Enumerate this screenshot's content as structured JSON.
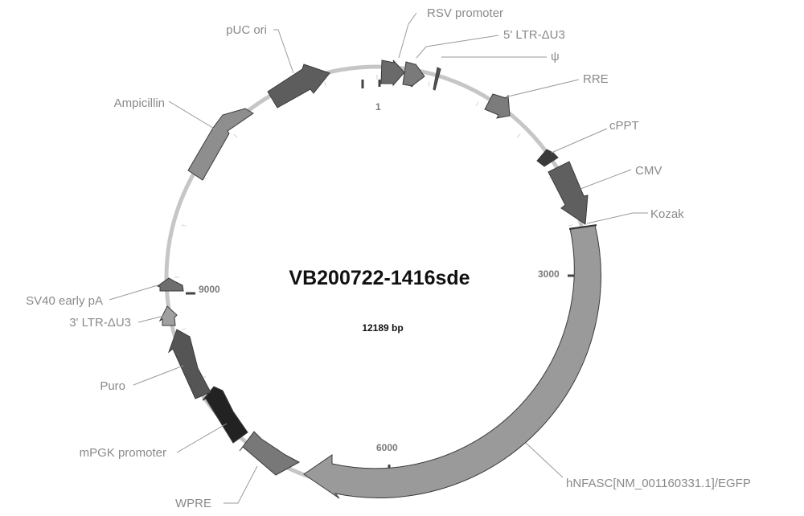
{
  "plasmid": {
    "name": "VB200722-1416sde",
    "size_label": "12189 bp",
    "total_bp": 12189
  },
  "ticks": [
    {
      "label": "1",
      "bp": 1
    },
    {
      "label": "3000",
      "bp": 3000
    },
    {
      "label": "6000",
      "bp": 6000
    },
    {
      "label": "9000",
      "bp": 9000
    }
  ],
  "features": [
    {
      "id": "rsv-promoter",
      "label": "RSV promoter",
      "shade": "#6a6a6a"
    },
    {
      "id": "ltr5",
      "label": "5' LTR-ΔU3",
      "shade": "#7a7a7a"
    },
    {
      "id": "psi",
      "label": "ψ",
      "shade": "#555555"
    },
    {
      "id": "rre",
      "label": "RRE",
      "shade": "#7c7c7c"
    },
    {
      "id": "cppt",
      "label": "cPPT",
      "shade": "#3a3a3a"
    },
    {
      "id": "cmv",
      "label": "CMV",
      "shade": "#5f5f5f"
    },
    {
      "id": "kozak",
      "label": "Kozak",
      "shade": "#333333"
    },
    {
      "id": "hnfasc",
      "label": "hNFASC[NM_001160331.1]/EGFP",
      "shade": "#9a9a9a"
    },
    {
      "id": "wpre",
      "label": "WPRE",
      "shade": "#787878"
    },
    {
      "id": "mpgk",
      "label": "mPGK promoter",
      "shade": "#222222"
    },
    {
      "id": "puro",
      "label": "Puro",
      "shade": "#555555"
    },
    {
      "id": "ltr3",
      "label": "3' LTR-ΔU3",
      "shade": "#a0a0a0"
    },
    {
      "id": "sv40",
      "label": "SV40 early pA",
      "shade": "#6e6e6e"
    },
    {
      "id": "ampicillin",
      "label": "Ampicillin",
      "shade": "#8e8e8e"
    },
    {
      "id": "puc-ori",
      "label": "pUC ori",
      "shade": "#5d5d5d"
    }
  ]
}
